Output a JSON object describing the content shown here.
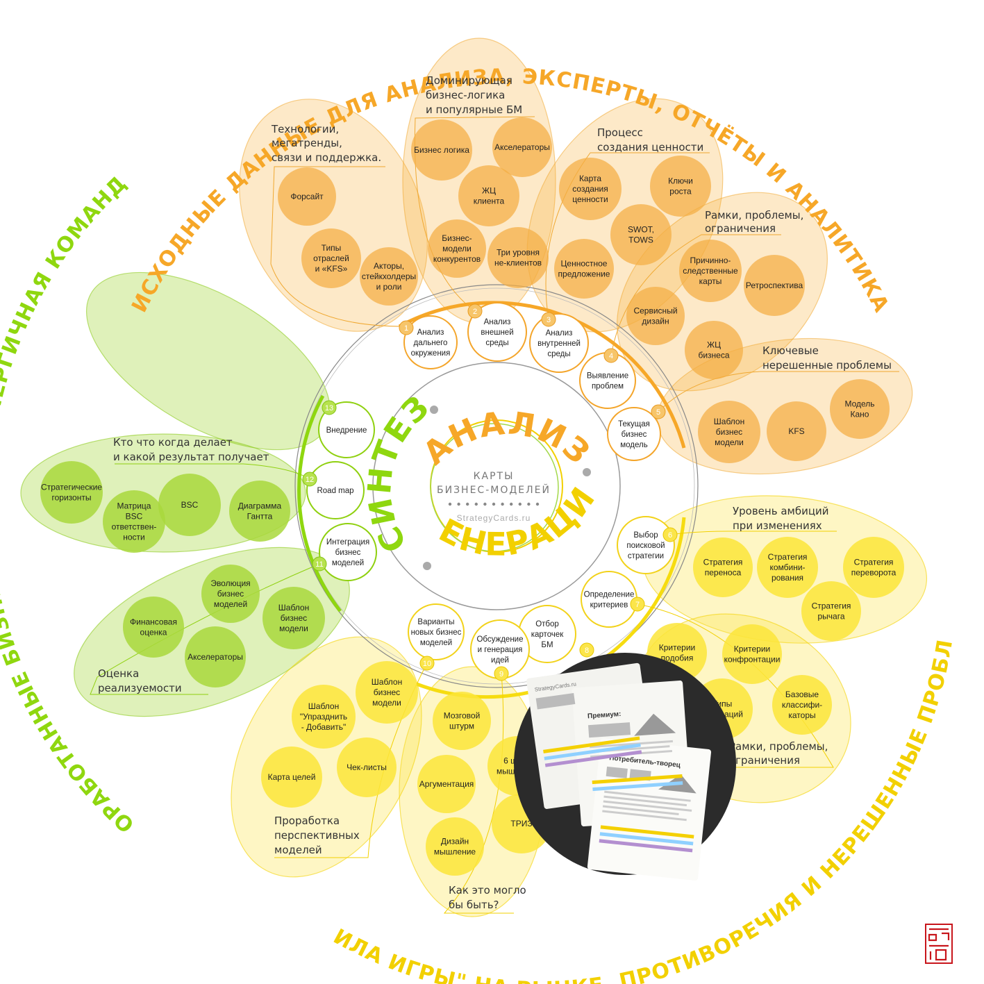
{
  "outer": {
    "top": "ИСХОДНЫЕ ДАННЫЕ ДЛЯ АНАЛИЗА, ЭКСПЕРТЫ, ОТЧЁТЫ И АНАЛИТИКА",
    "left": "ПРОРАБОТАННЫЕ БИЗНЕС МОДЕЛИ, ЭНЕРГИЧНАЯ КОМАНДА.",
    "bottom": "\"ПРАВИЛА ИГРЫ\" НА РЫНКЕ, ПРОТИВОРЕЧИЯ И НЕРЕШЕННЫЕ ПРОБЛЕМЫ."
  },
  "center": {
    "analysis": "АНАЛИЗ",
    "generation": "ГЕНЕРАЦИЯ",
    "synthesis": "СИНТЕЗ",
    "line1": "КАРТЫ",
    "line2": "БИЗНЕС-МОДЕЛЕЙ",
    "site": "StrategyCards.ru"
  },
  "colors": {
    "orange": "#f4a52a",
    "yellow": "#f2d21a",
    "green": "#8fd00f",
    "badge": "#ffffff"
  },
  "steps": [
    {
      "num": "1",
      "lines": [
        "Анализ",
        "дальнего",
        "окружения"
      ]
    },
    {
      "num": "2",
      "lines": [
        "Анализ",
        "внешней",
        "среды"
      ]
    },
    {
      "num": "3",
      "lines": [
        "Анализ",
        "внутренней",
        "среды"
      ]
    },
    {
      "num": "4",
      "lines": [
        "Выявление",
        "проблем"
      ]
    },
    {
      "num": "5",
      "lines": [
        "Текущая",
        "бизнес",
        "модель"
      ]
    },
    {
      "num": "6",
      "lines": [
        "Выбор",
        "поисковой",
        "стратегии"
      ]
    },
    {
      "num": "7",
      "lines": [
        "Определение",
        "критериев"
      ]
    },
    {
      "num": "8",
      "lines": [
        "Отбор",
        "карточек",
        "БМ"
      ]
    },
    {
      "num": "9",
      "lines": [
        "Обсуждение",
        "и генерация",
        "идей"
      ]
    },
    {
      "num": "10",
      "lines": [
        "Варианты",
        "новых бизнес",
        "моделей"
      ]
    },
    {
      "num": "11",
      "lines": [
        "Интеграция",
        "бизнес",
        "моделей"
      ]
    },
    {
      "num": "12",
      "lines": [
        "Road map"
      ]
    },
    {
      "num": "13",
      "lines": [
        "Внедрение"
      ]
    }
  ],
  "petals": [
    {
      "title": [
        "Технологии,",
        "мегатренды,",
        "связи и поддержка."
      ],
      "items": [
        [
          "Форсайт"
        ],
        [
          "Типы",
          "отраслей",
          "и «KFS»"
        ],
        [
          "Акторы,",
          "стейкхолдеры",
          "и роли"
        ]
      ]
    },
    {
      "title": [
        "Доминирующая",
        "бизнес-логика",
        "и популярные БМ"
      ],
      "items": [
        [
          "Бизнес логика"
        ],
        [
          "Акселераторы"
        ],
        [
          "ЖЦ",
          "клиента"
        ],
        [
          "Бизнес-",
          "модели",
          "конкурентов"
        ],
        [
          "Три уровня",
          "не-клиентов"
        ]
      ]
    },
    {
      "title": [
        "Процесс",
        "создания ценности"
      ],
      "items": [
        [
          "Карта",
          "создания",
          "ценности"
        ],
        [
          "Ключи",
          "роста"
        ],
        [
          "SWOT,",
          "TOWS"
        ],
        [
          "Ценностное",
          "предложение"
        ]
      ]
    },
    {
      "title": [
        "Рамки, проблемы,",
        "ограничения"
      ],
      "items": [
        [
          "Причинно-",
          "следственные",
          "карты"
        ],
        [
          "Ретроспектива"
        ],
        [
          "Сервисный",
          "дизайн"
        ],
        [
          "ЖЦ",
          "бизнеса"
        ]
      ]
    },
    {
      "title": [
        "Ключевые",
        "нерешенные проблемы"
      ],
      "items": [
        [
          "Шаблон",
          "бизнес",
          "модели"
        ],
        [
          "KFS"
        ],
        [
          "Модель",
          "Кано"
        ]
      ]
    },
    {
      "title": [
        "Уровень амбиций",
        "при изменениях"
      ],
      "items": [
        [
          "Стратегия",
          "переноса"
        ],
        [
          "Стратегия",
          "комбини-",
          "рования"
        ],
        [
          "Стратегия",
          "переворота"
        ],
        [
          "Стратегия",
          "рычага"
        ]
      ]
    },
    {
      "title": [
        "Рамки, проблемы,",
        "ограничения"
      ],
      "items": [
        [
          "Критерии",
          "подобия"
        ],
        [
          "Критерии",
          "конфронтации"
        ],
        [
          "Типы",
          "инноваций"
        ],
        [
          "Базовые",
          "классифи-",
          "каторы"
        ]
      ]
    },
    {
      "title": [
        "Как это могло",
        "бы быть?"
      ],
      "items": [
        [
          "Мозговой",
          "штурм"
        ],
        [
          "6 шляп",
          "мышления"
        ],
        [
          "Аргументация"
        ],
        [
          "ТРИЗ"
        ],
        [
          "Дизайн",
          "мышление"
        ]
      ]
    },
    {
      "title": [
        "Проработка",
        "перспективных",
        "моделей"
      ],
      "items": [
        [
          "Шаблон",
          "бизнес",
          "модели"
        ],
        [
          "Шаблон",
          "\"Упразднить",
          "- Добавить\""
        ],
        [
          "Чек-листы"
        ],
        [
          "Карта целей"
        ]
      ]
    },
    {
      "title": [
        "Оценка",
        "реализуемости"
      ],
      "items": [
        [
          "Эволюция",
          "бизнес",
          "моделей"
        ],
        [
          "Шаблон",
          "бизнес",
          "модели"
        ],
        [
          "Финансовая",
          "оценка"
        ],
        [
          "Акселераторы"
        ]
      ]
    },
    {
      "title": [
        "Кто что когда делает",
        "и какой результат получает"
      ],
      "items": [
        [
          "Стратегические",
          "горизонты"
        ],
        [
          "Матрица",
          "BSC",
          "ответствен-",
          "ности"
        ],
        [
          "BSC"
        ],
        [
          "Диаграмма",
          "Гантта"
        ]
      ]
    }
  ],
  "cards": [
    "Премиум:",
    "Потребитель-творец",
    "StrategyCards.ru"
  ]
}
